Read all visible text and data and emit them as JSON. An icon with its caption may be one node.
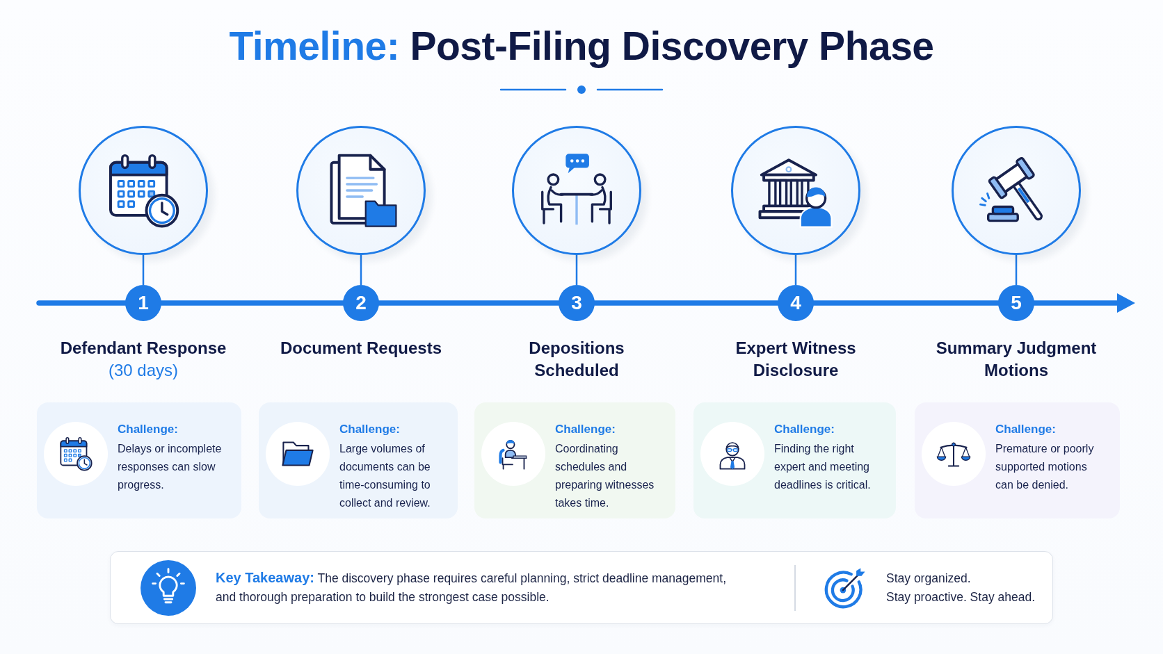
{
  "diagram": {
    "title": "**Timeline:** Post-Filing Discovery Phase",
    "nodes": [
      {
        "text": [],
        "shape": "circle"
      },
      {
        "text": [],
        "shape": "circle"
      },
      {
        "text": [],
        "shape": "circle"
      },
      {
        "text": [],
        "shape": "circle"
      },
      {
        "text": [],
        "shape": "circle"
      },
      {
        "text": [
          "1"
        ],
        "beside": [
          "Defendant Response",
          "(30 days)"
        ]
      },
      {
        "text": [
          "2"
        ],
        "beside": [
          "Document Requests"
        ]
      },
      {
        "text": [
          "3"
        ],
        "beside": [
          "Depositions Scheduled"
        ]
      },
      {
        "text": [
          "4"
        ],
        "beside": [
          "Expert Witness Disclosure"
        ]
      },
      {
        "text": [
          "5"
        ],
        "beside": [
          "Summary Judgment Motions"
        ]
      },
      {
        "text": [
          "Challenge:",
          "Delays or incomplete responses can slow progress."
        ]
      },
      {
        "text": [
          "Challenge:",
          "Large volumes of documents can be time-consuming to collect and review."
        ]
      },
      {
        "text": [
          "Challenge:",
          "Coordinating schedules and preparing witnesses takes time."
        ]
      },
      {
        "text": [
          "Challenge:",
          "Finding the right expert and meeting deadlines is critical."
        ]
      },
      {
        "text": [
          "Challenge:",
          "Premature or poorly supported motions can be denied."
        ]
      },
      {
        "text": [
          "**Key Takeaway:** The discovery phase requires careful planning, strict deadline management, and thorough preparation to build the strongest case possible.",
          "Stay organized.",
          "Stay proactive. Stay ahead."
        ]
      }
    ],
    "edges": [
      {
        "from": 0,
        "to": 5,
        "arrow": "none"
      },
      {
        "from": 1,
        "to": 6,
        "arrow": "none"
      },
      {
        "from": 2,
        "to": 7,
        "arrow": "none"
      },
      {
        "from": 3,
        "to": 8,
        "arrow": "none"
      },
      {
        "from": 4,
        "to": 9,
        "arrow": "none"
      }
    ]
  }
}
